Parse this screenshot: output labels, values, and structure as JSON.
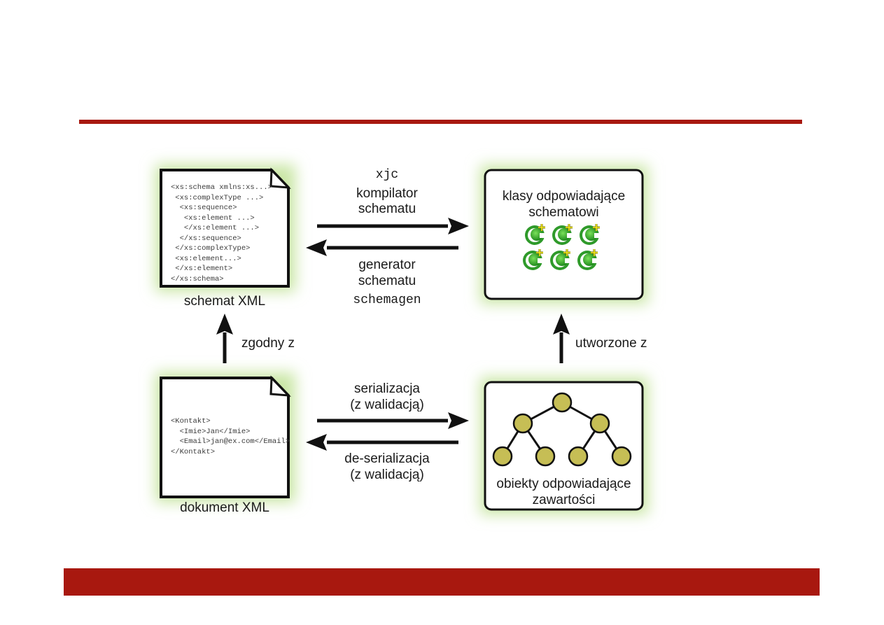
{
  "colors": {
    "accent_red": "#a8180f",
    "glow_green": "#c9e6a4",
    "node_fill": "#c6be55",
    "class_icon_green": "#2f9a2a",
    "class_icon_plus": "#f2ea1c",
    "stroke": "#111111"
  },
  "diagram": {
    "schema_doc": {
      "code_lines": [
        "<xs:schema xmlns:xs...>",
        " <xs:complexType ...>",
        "  <xs:sequence>",
        "   <xs:element ...>",
        "   </xs:element ...>",
        "  </xs:sequence>",
        " </xs:complexType>",
        " <xs:element...>",
        " </xs:element>",
        "</xs:schema>"
      ],
      "caption": "schemat XML"
    },
    "xml_doc": {
      "code_lines": [
        "<Kontakt>",
        "  <Imie>Jan</Imie>",
        "  <Email>jan@ex.com</Email>",
        "</Kontakt>"
      ],
      "caption": "dokument XML"
    },
    "classes_box": {
      "title_line1": "klasy odpowiadające",
      "title_line2": "schematowi",
      "icon": "java-class-icon",
      "icon_count": 6
    },
    "objects_box": {
      "caption_line1": "obiekty odpowiadające",
      "caption_line2": "zawartości",
      "tree_levels": [
        1,
        2,
        4
      ]
    },
    "arrows": {
      "compile": {
        "tool": "xjc",
        "line1": "kompilator",
        "line2": "schematu",
        "direction": "right"
      },
      "generate": {
        "line1": "generator",
        "line2": "schematu",
        "tool": "schemagen",
        "direction": "left"
      },
      "serialize": {
        "line1": "serializacja",
        "line2": "(z walidacją)",
        "direction": "right"
      },
      "deserialize": {
        "line1": "de-serializacja",
        "line2": "(z walidacją)",
        "direction": "left"
      },
      "conforms": {
        "label": "zgodny z",
        "direction": "up"
      },
      "created_from": {
        "label": "utworzone z",
        "direction": "up"
      }
    }
  }
}
